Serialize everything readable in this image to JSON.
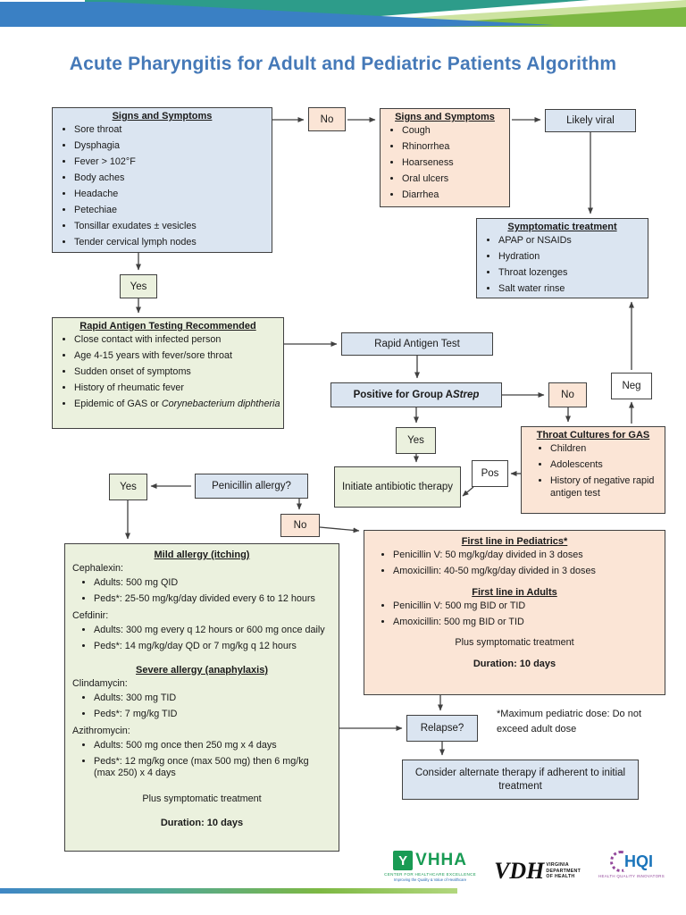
{
  "header": {
    "title": "Acute Pharyngitis for Adult and Pediatric Patients Algorithm"
  },
  "colors": {
    "box_blue": "#dbe5f1",
    "box_peach": "#fbe5d6",
    "box_green": "#ebf1de",
    "title_accent": "#4579b8",
    "arrow": "#404040"
  },
  "flow": {
    "signs_strep": {
      "title": "Signs and Symptoms",
      "items": [
        "Sore throat",
        "Dysphagia",
        "Fever > 102°F",
        "Body aches",
        "Headache",
        "Petechiae",
        "Tonsillar exudates ± vesicles",
        "Tender cervical lymph nodes"
      ]
    },
    "no_top": "No",
    "signs_viral": {
      "title": "Signs and Symptoms",
      "items": [
        "Cough",
        "Rhinorrhea",
        "Hoarseness",
        "Oral ulcers",
        "Diarrhea"
      ]
    },
    "likely_viral": "Likely viral",
    "symptomatic": {
      "title": "Symptomatic treatment",
      "items": [
        "APAP or NSAIDs",
        "Hydration",
        "Throat lozenges",
        "Salt water rinse"
      ]
    },
    "yes_1": "Yes",
    "rapid_rec": {
      "title": "Rapid Antigen Testing Recommended",
      "items": [
        "Close contact with infected person",
        "Age 4-15 years with fever/sore throat",
        "Sudden onset of symptoms",
        "History of rheumatic fever"
      ],
      "item_epidemic_prefix": "Epidemic of GAS or ",
      "item_epidemic_italic": "Corynebacterium diphtheria"
    },
    "rapid_test": "Rapid Antigen Test",
    "positive": {
      "prefix": "Positive for Group A ",
      "italic": "Strep"
    },
    "no_right": "No",
    "neg": "Neg",
    "yes_2": "Yes",
    "throat": {
      "title": "Throat Cultures for GAS",
      "items": [
        "Children",
        "Adolescents",
        "History of negative rapid antigen test"
      ]
    },
    "pos": "Pos",
    "initiate": "Initiate antibiotic therapy",
    "yes_3": "Yes",
    "penicillin": "Penicillin allergy?",
    "no_bottom": "No",
    "mild": {
      "title1": "Mild allergy (itching)",
      "drug1": "Cephalexin:",
      "drug1_items": [
        "Adults: 500 mg QID",
        "Peds*: 25-50 mg/kg/day divided every 6 to 12 hours"
      ],
      "drug2": "Cefdinir:",
      "drug2_items": [
        "Adults: 300 mg every q 12 hours or 600 mg once daily",
        "Peds*: 14 mg/kg/day QD or 7 mg/kg q 12 hours"
      ],
      "title2": "Severe allergy (anaphylaxis)",
      "drug3": "Clindamycin:",
      "drug3_items": [
        "Adults: 300 mg TID",
        "Peds*: 7 mg/kg TID"
      ],
      "drug4": "Azithromycin:",
      "drug4_items": [
        "Adults: 500 mg once then 250 mg x 4 days",
        "Peds*: 12 mg/kg once (max 500 mg)  then 6 mg/kg (max 250) x 4 days"
      ],
      "footer_plus": "Plus symptomatic treatment",
      "footer_duration": "Duration: 10 days"
    },
    "firstline": {
      "title_peds": "First line in Pediatrics*",
      "peds_items": [
        "Penicillin V: 50 mg/kg/day divided in 3 doses",
        "Amoxicillin: 40-50 mg/kg/day divided in 3 doses"
      ],
      "title_adults": "First line in Adults",
      "adults_items": [
        "Penicillin V: 500 mg BID  or TID",
        "Amoxicillin: 500 mg BID or TID"
      ],
      "footer_plus": "Plus symptomatic treatment",
      "footer_duration": "Duration: 10 days"
    },
    "relapse": "Relapse?",
    "note": "*Maximum pediatric dose: Do not exceed adult dose",
    "consider": "Consider alternate therapy if adherent to initial treatment"
  },
  "footer": {
    "vhha": {
      "mark": "Y",
      "name": "VHHA",
      "tagline1": "CENTER FOR HEALTHCARE EXCELLENCE",
      "tagline2": "Improving the Quality & Value of Healthcare"
    },
    "vdh": {
      "name": "VDH",
      "dept_lines": [
        "VIRGINIA",
        "DEPARTMENT",
        "OF HEALTH"
      ]
    },
    "hqi": {
      "name": "HQI",
      "tagline": "HEALTH QUALITY INNOVATORS"
    }
  }
}
